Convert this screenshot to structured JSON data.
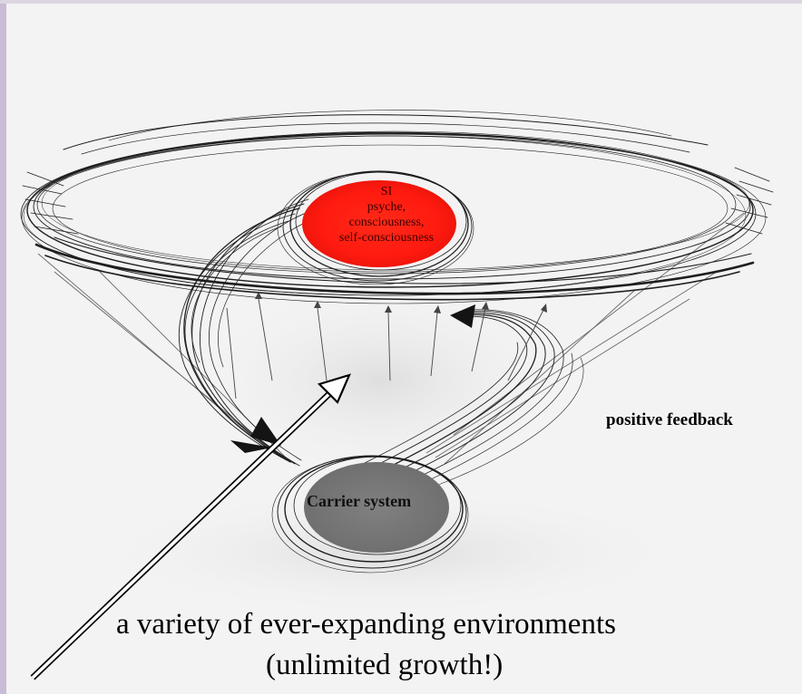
{
  "diagram": {
    "si_node": {
      "lines": [
        "SI",
        "psyche,",
        "consciousness,",
        "self-consciousness"
      ],
      "color": "#ff1a10"
    },
    "carrier_node": {
      "label": "Carrier system",
      "color": "#7a7a7a"
    },
    "feedback_label": "positive feedback",
    "environment_label": {
      "line1": "a variety of ever-expanding environments",
      "line2": "(unlimited growth!)"
    },
    "colors": {
      "background": "#f3f3f3",
      "ink": "#1a1a1a",
      "left_border_tint": "#c9bcd4"
    }
  }
}
